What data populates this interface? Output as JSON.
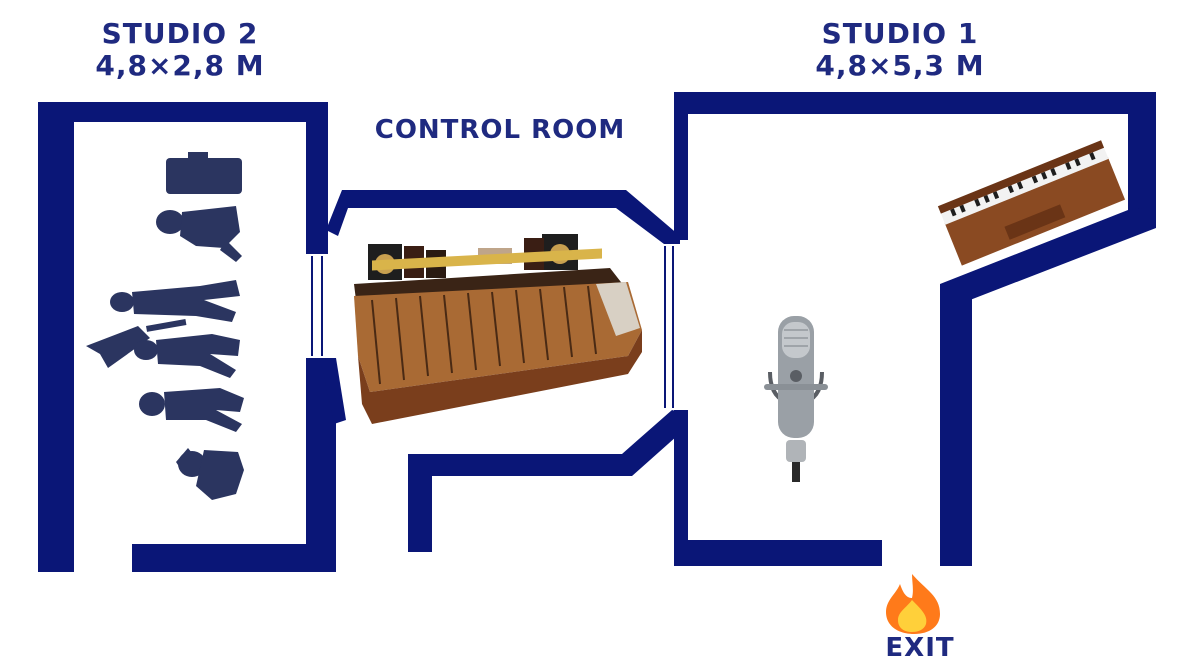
{
  "colors": {
    "wall": "#0a1677",
    "label": "#1f2a80",
    "silhouette": "#2b3560",
    "wood": "#8a4a22"
  },
  "rooms": {
    "studio2": {
      "name": "STUDIO 2",
      "size": "4,8×2,8 M"
    },
    "control": {
      "name": "CONTROL ROOM"
    },
    "studio1": {
      "name": "STUDIO 1",
      "size": "4,8×5,3 M"
    }
  },
  "exit": {
    "label": "EXIT",
    "icon": "fire-icon"
  },
  "icons": [
    "band-evolution-silhouette-icon",
    "mixing-console-icon",
    "studio-monitor-icon",
    "condenser-microphone-icon",
    "piano-icon",
    "fire-icon"
  ]
}
